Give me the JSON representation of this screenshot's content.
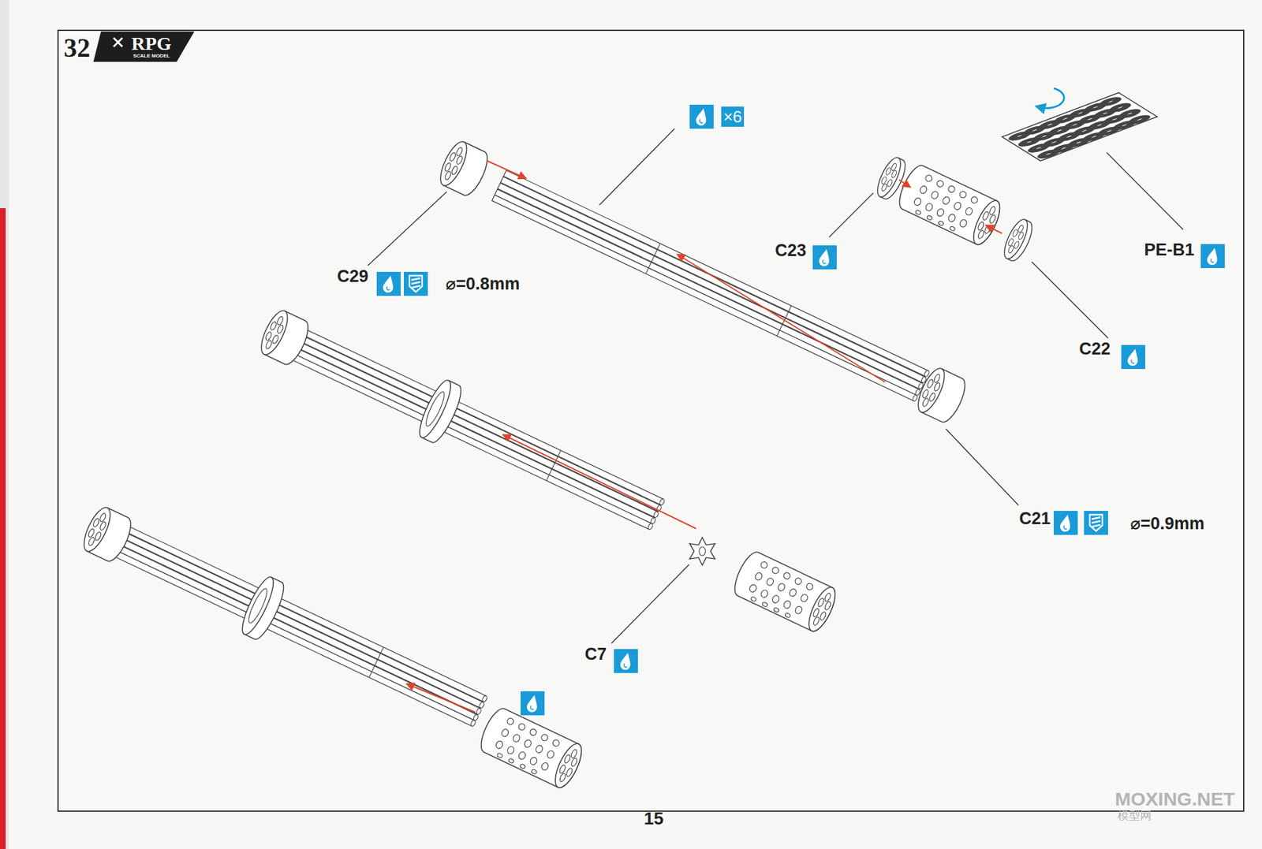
{
  "diagram": {
    "labels": [
      "32",
      "RPG",
      "SCALE MODEL",
      "×6",
      "C29",
      "⌀=0.8mm",
      "C23",
      "PE-B1",
      "C22",
      "C21",
      "⌀=0.9mm",
      "C7",
      "15",
      "MOXING.NET",
      "模型网"
    ]
  }
}
